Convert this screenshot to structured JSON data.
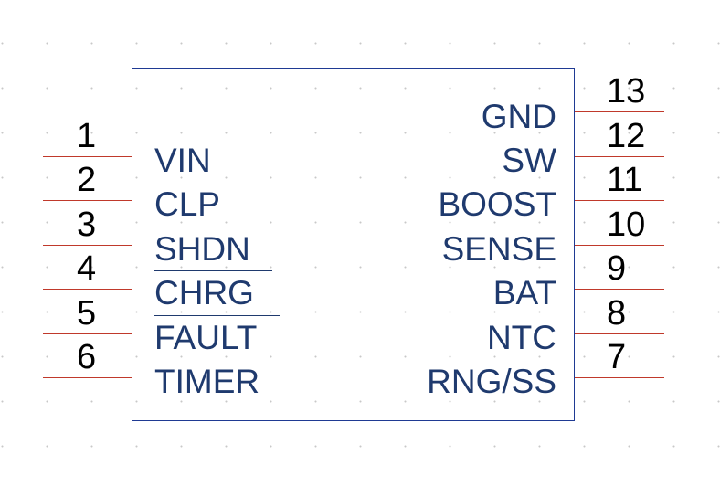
{
  "component": {
    "left_pins": [
      {
        "number": "1",
        "name": "VIN",
        "inverted": false
      },
      {
        "number": "2",
        "name": "CLP",
        "inverted": false
      },
      {
        "number": "3",
        "name": "SHDN",
        "inverted": true
      },
      {
        "number": "4",
        "name": "CHRG",
        "inverted": true
      },
      {
        "number": "5",
        "name": "FAULT",
        "inverted": true
      },
      {
        "number": "6",
        "name": "TIMER",
        "inverted": false
      }
    ],
    "right_pins": [
      {
        "number": "13",
        "name": "GND",
        "inverted": false
      },
      {
        "number": "12",
        "name": "SW",
        "inverted": false
      },
      {
        "number": "11",
        "name": "BOOST",
        "inverted": false
      },
      {
        "number": "10",
        "name": "SENSE",
        "inverted": false
      },
      {
        "number": "9",
        "name": "BAT",
        "inverted": false
      },
      {
        "number": "8",
        "name": "NTC",
        "inverted": false
      },
      {
        "number": "7",
        "name": "RNG/SS",
        "inverted": false
      }
    ]
  },
  "colors": {
    "body_outline": "#1f3a93",
    "pin_line": "#c0392b",
    "pin_name": "#1f3a6e",
    "pin_number": "#000000",
    "grid_dot": "#c8c8c8"
  }
}
